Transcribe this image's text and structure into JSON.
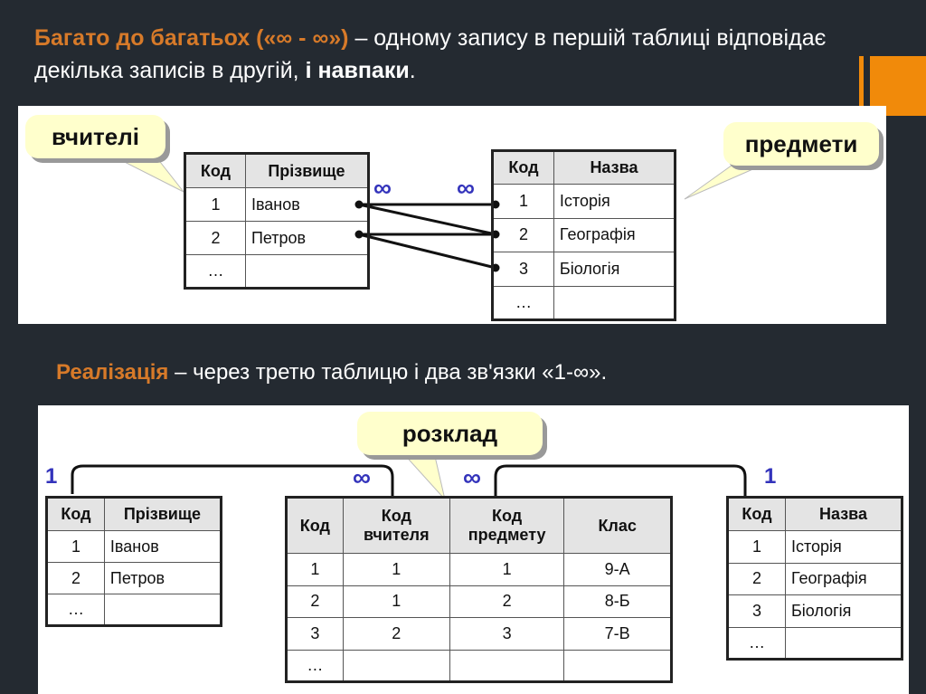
{
  "heading": {
    "highlight": "Багато до багатьох («∞ - ∞»)",
    "rest": " – одному запису в першій таблиці відповідає декілька записів в другій, ",
    "bold": "і навпаки",
    "end": "."
  },
  "subheading": {
    "highlight": "Реалізація",
    "rest": " – через третю таблицю і два зв'язки «1-∞»."
  },
  "diagram1": {
    "callout_left": "вчителі",
    "callout_right": "предмети",
    "inf_left": "∞",
    "inf_right": "∞",
    "teachers": {
      "headers": [
        "Код",
        "Прізвище"
      ],
      "rows": [
        [
          "1",
          "Іванов"
        ],
        [
          "2",
          "Петров"
        ],
        [
          "…",
          ""
        ]
      ]
    },
    "subjects": {
      "headers": [
        "Код",
        "Назва"
      ],
      "rows": [
        [
          "1",
          "Історія"
        ],
        [
          "2",
          "Географія"
        ],
        [
          "3",
          "Біологія"
        ],
        [
          "…",
          ""
        ]
      ]
    }
  },
  "diagram2": {
    "callout": "розклад",
    "one_left": "1",
    "inf_left": "∞",
    "inf_right": "∞",
    "one_right": "1",
    "teachers": {
      "headers": [
        "Код",
        "Прізвище"
      ],
      "rows": [
        [
          "1",
          "Іванов"
        ],
        [
          "2",
          "Петров"
        ],
        [
          "…",
          ""
        ]
      ]
    },
    "schedule": {
      "headers": [
        "Код",
        "Код вчителя",
        "Код предмету",
        "Клас"
      ],
      "rows": [
        [
          "1",
          "1",
          "1",
          "9-А"
        ],
        [
          "2",
          "1",
          "2",
          "8-Б"
        ],
        [
          "3",
          "2",
          "3",
          "7-В"
        ],
        [
          "…",
          "",
          "",
          ""
        ]
      ]
    },
    "subjects": {
      "headers": [
        "Код",
        "Назва"
      ],
      "rows": [
        [
          "1",
          "Історія"
        ],
        [
          "2",
          "Географія"
        ],
        [
          "3",
          "Біологія"
        ],
        [
          "…",
          ""
        ]
      ]
    }
  }
}
